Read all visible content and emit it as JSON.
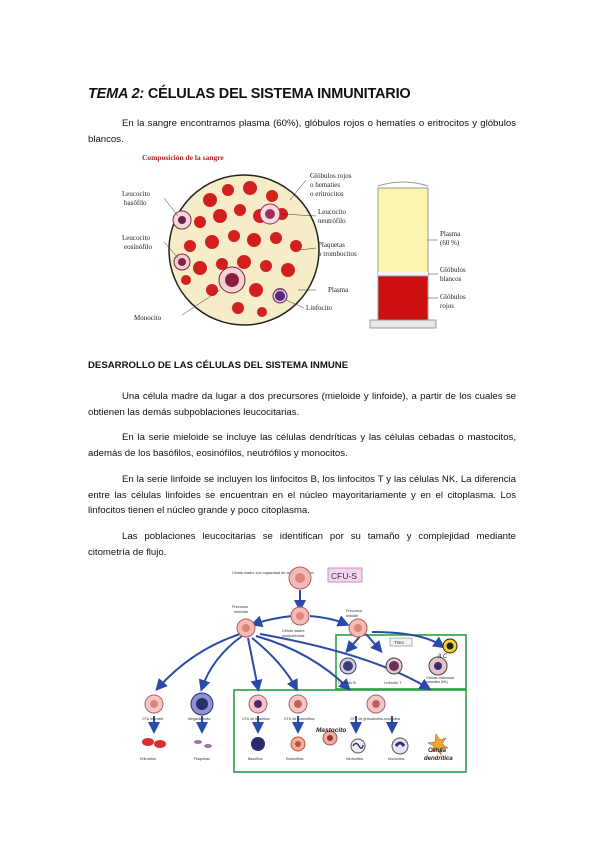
{
  "title": {
    "prefix": "TEMA 2:",
    "rest": " CÉLULAS DEL SISTEMA INMUNITARIO"
  },
  "intro": "En la sangre encontramos plasma (60%), glóbulos rojos o hematíes o eritrocitos y glóbulos blancos.",
  "blood_figure": {
    "title": "Composición de la sangre",
    "labels": {
      "basofilo": [
        "Leucocito",
        "basófilo"
      ],
      "eosinofilo": [
        "Leucocito",
        "eosinófilo"
      ],
      "monocito": "Monocito",
      "globulos_rojos": [
        "Glóbulos rojos",
        "o hematíes",
        "o eritrocitos"
      ],
      "neutrofilo": [
        "Leucocito",
        "neutrófilo"
      ],
      "plaquetas": [
        "Plaquetas",
        "o trombocitos"
      ],
      "plasma": "Plasma",
      "linfocito": "Linfocito",
      "tube_plasma": [
        "Plasma",
        "(60 %)"
      ],
      "tube_blancos": [
        "Glóbulos",
        "blancos"
      ],
      "tube_rojos": [
        "Glóbulos",
        "rojos"
      ]
    }
  },
  "section_heading": "DESARROLLO DE LAS CÉLULAS DEL SISTEMA INMUNE",
  "paragraphs": [
    "Una célula madre da lugar a dos precursores (mieloide y linfoide), a partir de los cuales se obtienen las demás subpoblaciones leucocitarias.",
    "En la serie mieloide se incluye las células dendríticas y las células cebadas o mastocitos, además de los basófilos, eosinófilos, neutrófilos y monocitos.",
    "En la serie linfoide se incluyen los linfocitos B, los linfocitos T y las células NK. La diferencia entre las células linfoides se encuentran en el núcleo mayoritariamente y en el citoplasma. Los linfocitos tienen el núcleo grande y poco citoplasma.",
    "Las poblaciones leucocitarias se identifican por su tamaño y complejidad mediante citometría de flujo."
  ],
  "diagram": {
    "cfu_s": "CFU-S",
    "stem_note": "Célula madre con capacidad de autorrenovación",
    "precursor_mieloide": [
      "Precursor",
      "mieloide"
    ],
    "celula_madre": [
      "Célula madre",
      "pluripotencial"
    ],
    "precursor_linfoide": [
      "Precursor",
      "linfoide"
    ],
    "timo": "Timo",
    "ilc": "ILC",
    "linfocito_b": "Linfocito B",
    "linfocito_t": "Linfocito T",
    "nk": [
      "Células citotóxicas",
      "naturales (NK)"
    ],
    "cfu_eritroide": "CFU eritroide",
    "megacariocito": "Megacariocito",
    "cfu_basofilos": "CFU de basófilos",
    "cfu_eosinofilos": "CFU de eosinófilos",
    "cfu_granulocitos": "CFU de granulocitos-monocitos",
    "eritrocitos": "Eritrocitos",
    "plaquetas": "Plaquetas",
    "basofilos": "Basófilos",
    "eosinofilos": "Eosinófilos",
    "neutrofilos": "Neutrófilos",
    "monocitos": "Monocitos",
    "mastocito": "Mastocito",
    "celula_dendritica": [
      "Célula",
      "dendrítica"
    ]
  }
}
